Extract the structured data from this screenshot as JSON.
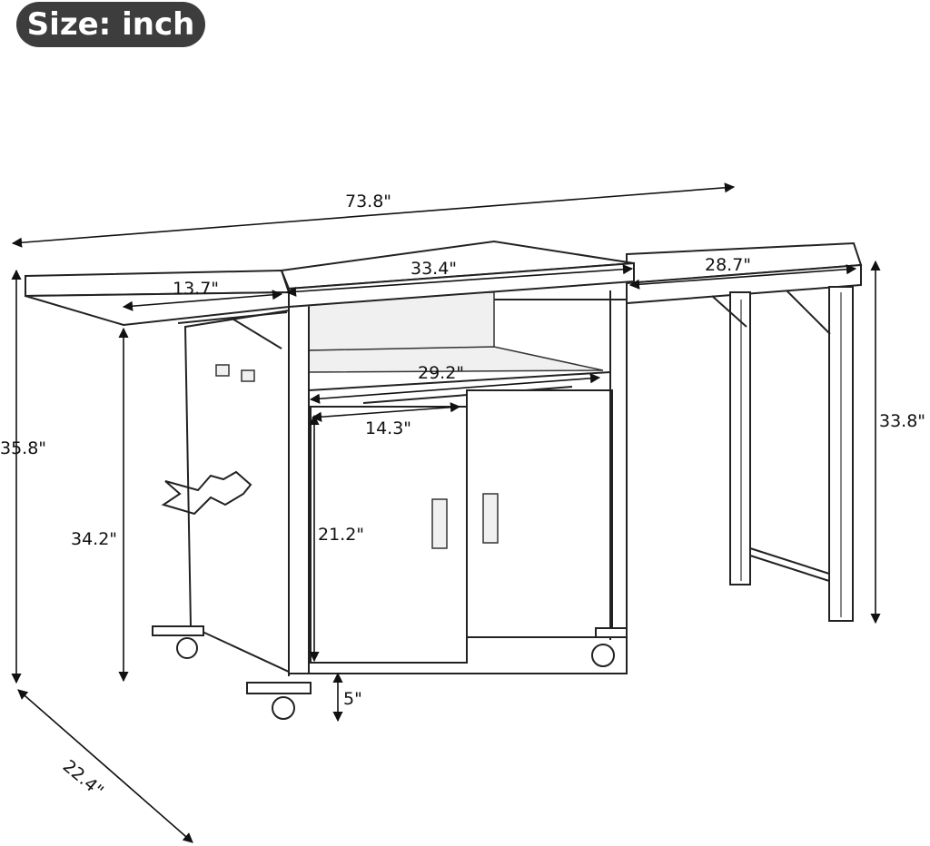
{
  "header": {
    "title": "Size: inch"
  },
  "dimensions": {
    "total_width": "73.8\"",
    "center_top": "33.4\"",
    "left_wing": "13.7\"",
    "right_wing": "28.7\"",
    "inner_shelf": "29.2\"",
    "door_width": "14.3\"",
    "total_height": "35.8\"",
    "table_height": "34.2\"",
    "right_height": "33.8\"",
    "door_height": "21.2\"",
    "clearance": "5\"",
    "depth": "22.4\""
  }
}
